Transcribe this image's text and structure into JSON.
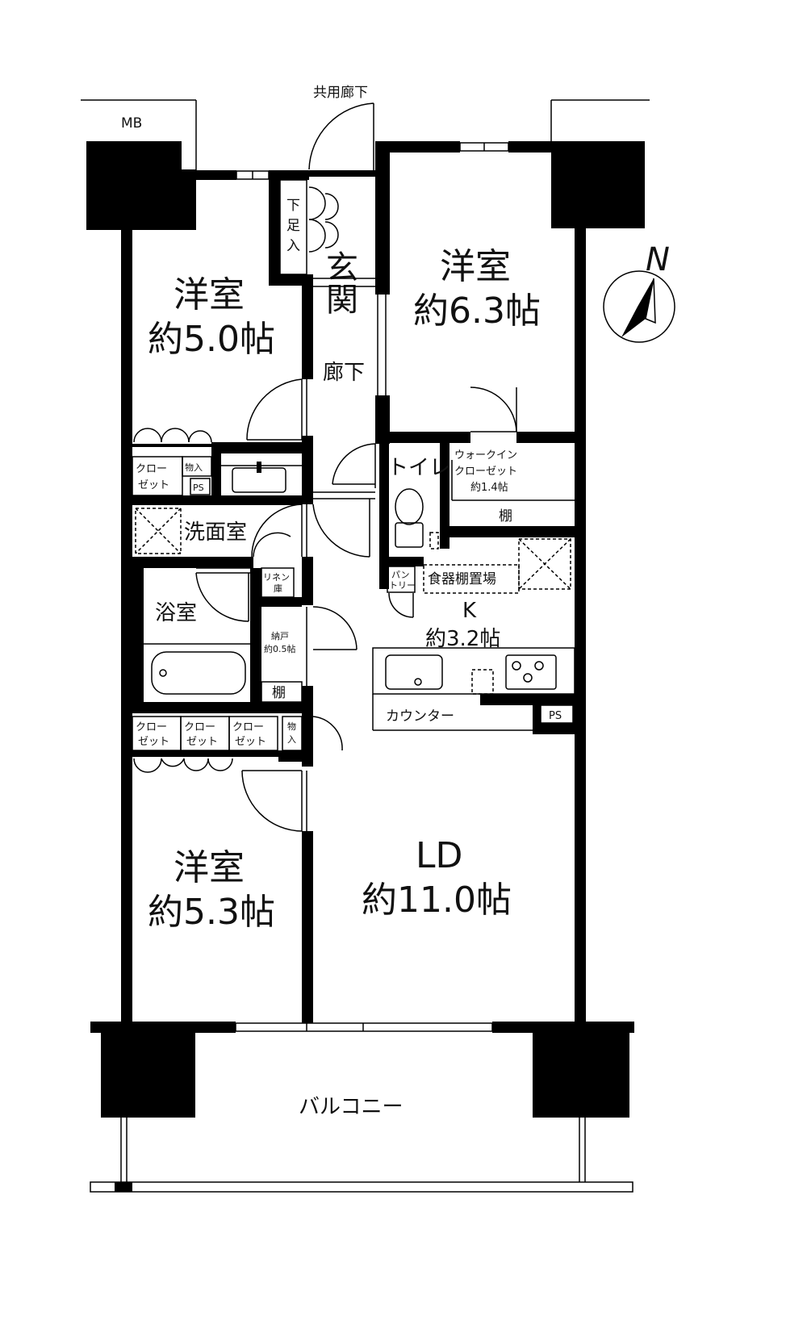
{
  "rooms": {
    "western1": {
      "name": "洋室",
      "area": "約5.0帖"
    },
    "western2": {
      "name": "洋室",
      "area": "約6.3帖"
    },
    "western3": {
      "name": "洋室",
      "area": "約5.3帖"
    },
    "ld": {
      "name": "LD",
      "area": "約11.0帖"
    },
    "kitchen": {
      "name": "K",
      "area": "約3.2帖"
    },
    "entrance": "玄関",
    "hallway": "廊下",
    "toilet": "トイレ",
    "washroom": "洗面室",
    "bathroom": "浴室",
    "balcony": "バルコニー",
    "walkin_closet": {
      "line1": "ウォークイン",
      "line2": "クローゼット",
      "area": "約1.4帖"
    },
    "storage_closet": {
      "name": "納戸",
      "area": "約0.5帖"
    }
  },
  "labels": {
    "common_corridor": "共用廊下",
    "mb": "MB",
    "shoe_box": [
      "下",
      "足",
      "入"
    ],
    "closet_line1": "クロー",
    "closet_line2": "ゼット",
    "storage_small": "物入",
    "storage_small_v": [
      "物",
      "入"
    ],
    "ps": "PS",
    "linen": {
      "line1": "リネン",
      "line2": "庫"
    },
    "shelf": "棚",
    "pantry": {
      "line1": "パン",
      "line2": "トリー"
    },
    "dish_shelf": "食器棚置場",
    "counter": "カウンター",
    "north": "N"
  }
}
